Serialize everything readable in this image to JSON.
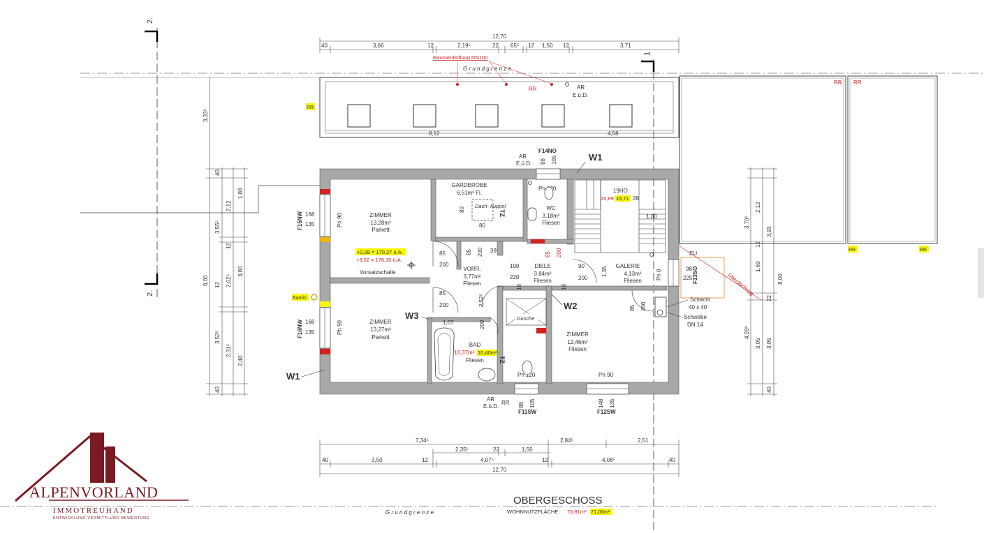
{
  "plan": {
    "title": "OBERGESCHOSS",
    "area_label": "WOHNNUTZFLÄCHE:",
    "area_value": "70,81m²",
    "area_value_alt": "71,06m²",
    "grundgrenze": "G r u n d g r e n z e",
    "section_marks": [
      "2.",
      "2.",
      "1"
    ],
    "wall_labels": [
      "W1",
      "W1",
      "W2",
      "W3"
    ],
    "top_red_note": "Raumentlüftung DN100",
    "rr": "RR",
    "ar": "AR",
    "eud": "E.ü.D.",
    "kamin": "Kamin",
    "dims_top": [
      "40",
      "3,66",
      "12",
      "2,19⁵",
      "22",
      "65⁵",
      "12",
      "1,50",
      "12",
      "3,71",
      "12,70"
    ],
    "dims_bottom": [
      "7,34⁵",
      "2,84⁵",
      "2,51",
      "2,35⁵",
      "22",
      "1,50",
      "40",
      "3,50",
      "12",
      "4,07⁵",
      "12",
      "4,08⁵",
      "40",
      "12,70"
    ],
    "dims_roof": [
      "8,12",
      "4,58"
    ],
    "dims_left": [
      "3,33⁵",
      "40",
      "1,80",
      "2,12",
      "3,55⁵",
      "12",
      "3,80",
      "8,00",
      "12",
      "2,62⁵",
      "3,52⁵",
      "2,31⁵",
      "2,40",
      "40"
    ],
    "dims_right": [
      "2,12",
      "3,70⁵",
      "3,93",
      "12",
      "1,69",
      "8,00",
      "22",
      "4,29⁵",
      "3,05",
      "3,05",
      "40"
    ],
    "windows": [
      {
        "id": "F15NW",
        "w": "168",
        "h": "135",
        "ph": "Ph 90"
      },
      {
        "id": "F16NW",
        "w": "168",
        "h": "135",
        "ph": "Ph 90"
      },
      {
        "id": "F14NO",
        "w": "88",
        "h": "105",
        "ph": "Ph 120"
      },
      {
        "id": "F11SW",
        "w": "88",
        "h": "105",
        "ph": "Ph 120"
      },
      {
        "id": "F12SW",
        "w": "148",
        "h": "135",
        "ph": "Ph 90"
      },
      {
        "id": "F13SO",
        "w": "98",
        "h": "225",
        "ph": "Ph 0"
      }
    ],
    "rooms": [
      {
        "name": "ZIMMER",
        "area": "13,28m²",
        "floor": "Parkett"
      },
      {
        "name": "GARDEROBE",
        "area": "6,51m² Fl.",
        "floor": ""
      },
      {
        "name": "WC",
        "area": "3,18m²",
        "floor": "Fliesen"
      },
      {
        "name": "VORR.",
        "area": "3,77m²",
        "floor": "Fliesen"
      },
      {
        "name": "DIELE",
        "area": "3,84m²",
        "floor": "Fliesen"
      },
      {
        "name": "GALERIE",
        "area": "4,13m²",
        "floor": "Fliesen"
      },
      {
        "name": "ZIMMER",
        "area": "13,27m²",
        "floor": "Parkett"
      },
      {
        "name": "BAD",
        "area": "10,37m²",
        "floor": "Fliesen",
        "area_alt": "10,40m²"
      },
      {
        "name": "ZIMMER",
        "area": "12,46m²",
        "floor": "Fliesen"
      }
    ],
    "notes": {
      "vorsatz": "Vorsatzschalle",
      "height_hl": "+2,99 = 170,27 ü.A.",
      "height_red": "+3,02 = 170,30 ü.A.",
      "dachkuppel": "Dach- kuppel",
      "stairs_count": "19HO",
      "stairs_a": "15,89",
      "stairs_b": "15,71",
      "stairs_c": "28",
      "stairs_w": "1,00",
      "dusche": "Dusche",
      "schacht": "Schacht",
      "schacht_size": "40 x 40",
      "schwebe": "Schwebe",
      "dn14": "DN 14",
      "eu": "EU",
      "uberdachung": "Überdachung",
      "tz": "TZ",
      "bad_dim": "1,07",
      "door_dims": [
        "85",
        "200",
        "85",
        "200",
        "90",
        "200",
        "100",
        "220",
        "80",
        "200",
        "85",
        "200",
        "39",
        "18",
        "18",
        "2,52⁵",
        "85",
        "200",
        "1,35"
      ]
    }
  },
  "logo": {
    "name": "ALPENVORLAND",
    "sub": "IMMOTREUHAND",
    "tagline": "ENTWICKLUNG VERMITTLUNG BEWERTUNG"
  }
}
